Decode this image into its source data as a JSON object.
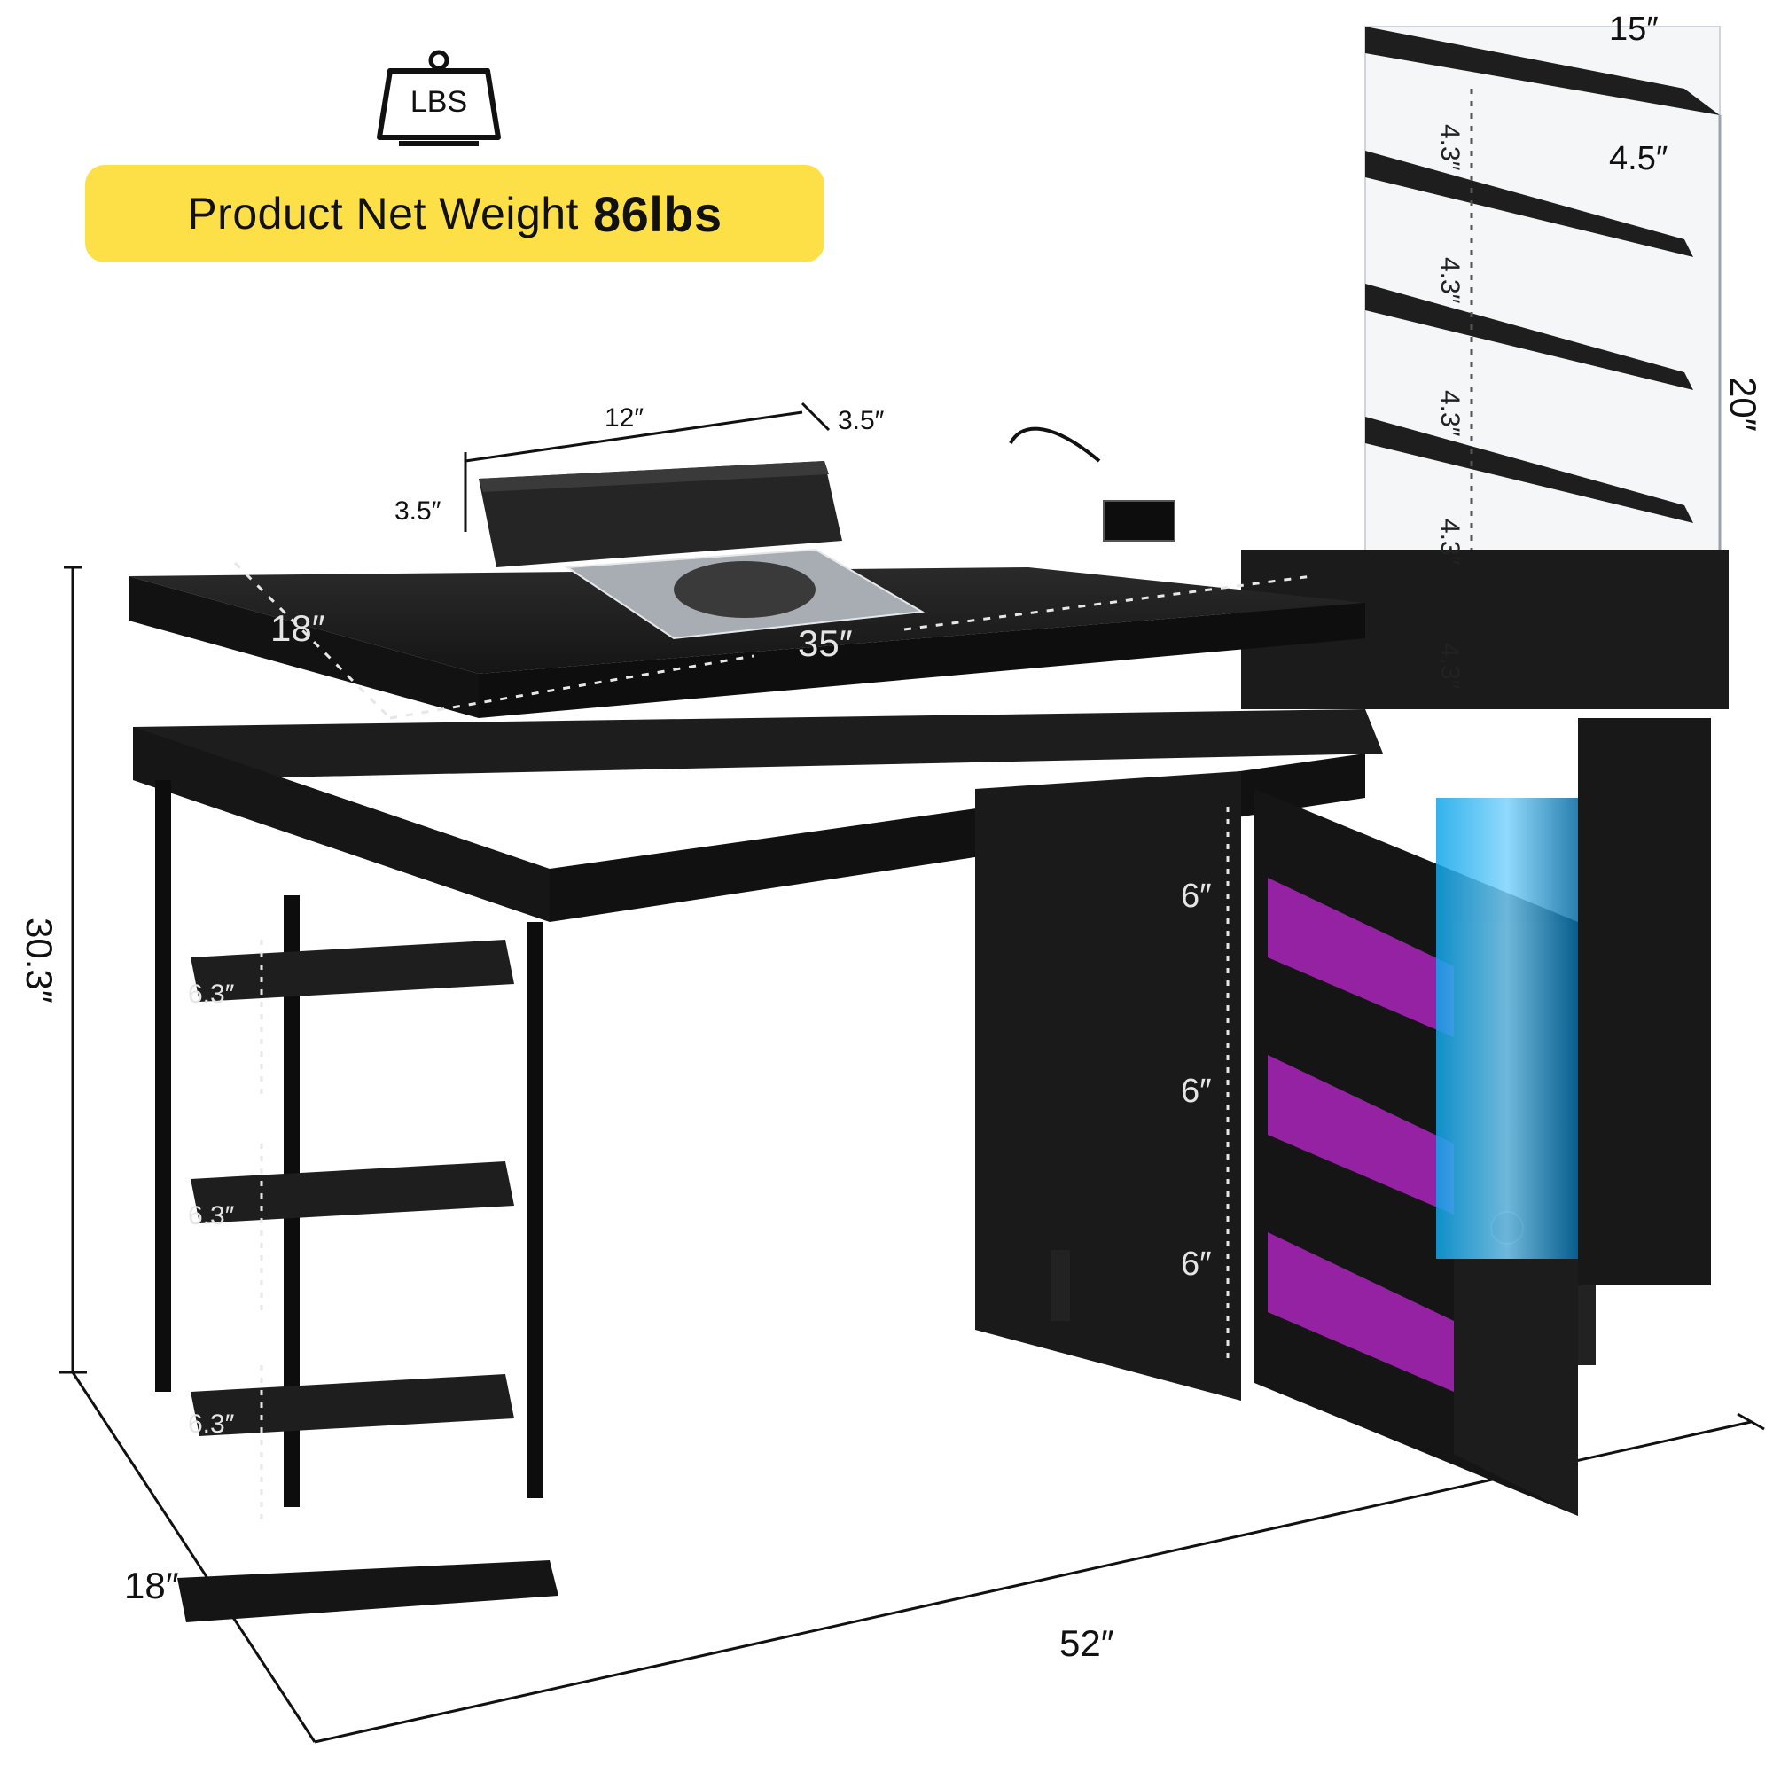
{
  "badge": {
    "icon": "weight-scale-lbs-icon",
    "icon_label": "LBS",
    "text": "Product Net Weight",
    "value": "86lbs",
    "color": "#fde047"
  },
  "dimensions": {
    "armrest_length": "12″",
    "armrest_depth": "3.5″",
    "armrest_height": "3.5″",
    "tabletop_depth": "18″",
    "tabletop_width": "35″",
    "total_height": "30.3″",
    "base_depth": "18″",
    "total_width": "52″",
    "left_shelf_spacing": [
      "6.3″",
      "6.3″",
      "6.3″"
    ],
    "drawer_spacing": [
      "6″",
      "6″",
      "6″"
    ],
    "acrylic_shelf_width": "15″",
    "acrylic_shelf_depth": "4.5″",
    "acrylic_shelf_height": "20″",
    "acrylic_shelf_spacing": [
      "4.3″",
      "4.3″",
      "4.3″",
      "4.3″",
      "4.3″"
    ]
  },
  "colors": {
    "furniture": "#1a1a1a",
    "led_light": "#38bdf8",
    "polish": "#c026d3"
  }
}
